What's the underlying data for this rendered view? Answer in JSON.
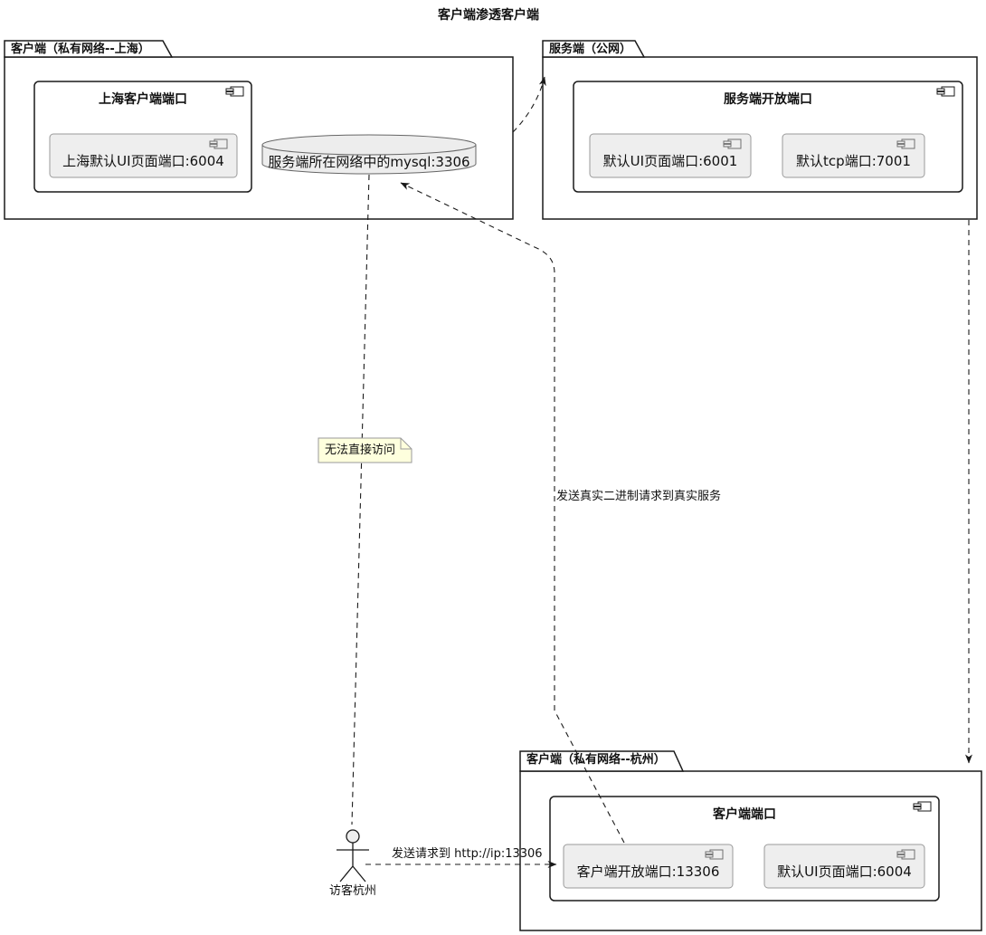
{
  "title": "客户端渗透客户端",
  "packages": {
    "shanghai": {
      "label": "客户端（私有网络--上海）",
      "component": {
        "title": "上海客户端端口",
        "ports": [
          {
            "label": "上海默认UI页面端口:6004"
          }
        ]
      }
    },
    "server": {
      "label": "服务端（公网）",
      "component": {
        "title": "服务端开放端口",
        "ports": [
          {
            "label": "默认UI页面端口:6001"
          },
          {
            "label": "默认tcp端口:7001"
          }
        ]
      }
    },
    "hangzhou": {
      "label": "客户端（私有网络--杭州）",
      "component": {
        "title": "客户端端口",
        "ports": [
          {
            "label": "客户端开放端口:13306"
          },
          {
            "label": "默认UI页面端口:6004"
          }
        ]
      }
    }
  },
  "database": {
    "label": "服务端所在网络中的mysql:3306"
  },
  "actor": {
    "label": "访客杭州"
  },
  "note": {
    "text": "无法直接访问"
  },
  "edges": {
    "binary_request_label": "发送真实二进制请求到真实服务",
    "visitor_request_label": "发送请求到 http://ip:13306"
  },
  "colors": {
    "line": "#1a1a1a",
    "inner_fill": "#eeeeee",
    "inner_border": "#9a9a9a",
    "note_fill": "#feffdd",
    "note_border": "#9a9a9a",
    "db_fill": "#ededed"
  }
}
